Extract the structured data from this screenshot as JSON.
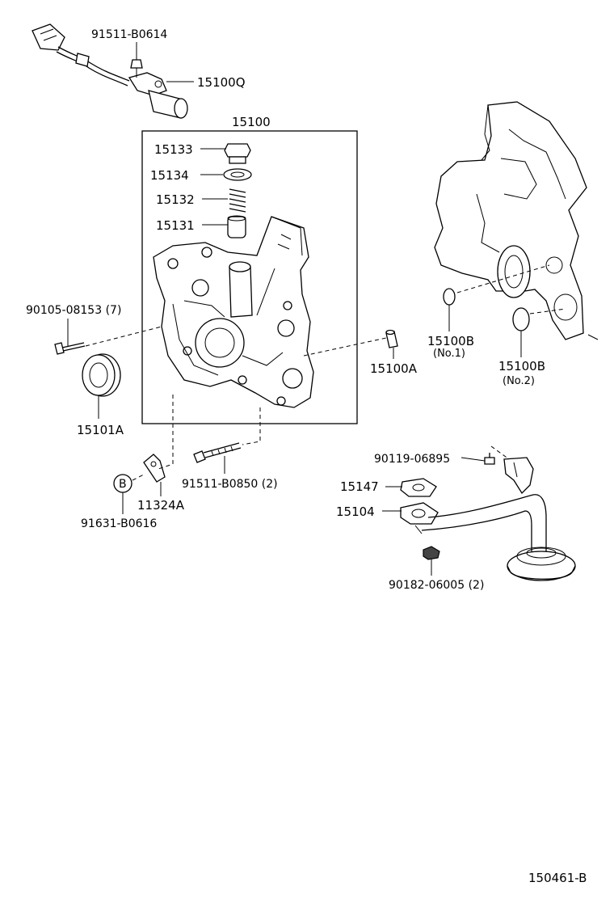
{
  "diagram_id": "150461-B",
  "callouts": {
    "c15100": "15100",
    "c91511_B0614": "91511-B0614",
    "c15100Q": "15100Q",
    "c15133": "15133",
    "c15134": "15134",
    "c15132": "15132",
    "c15131": "15131",
    "c90105": "90105-08153 (7)",
    "c15101A": "15101A",
    "c15100A": "15100A",
    "c15100B_1": "15100B",
    "c15100B_1_note": "(No.1)",
    "c15100B_2": "15100B",
    "c15100B_2_note": "(No.2)",
    "c91511_B0850": "91511-B0850 (2)",
    "c11324A": "11324A",
    "c91631": "91631-B0616",
    "circle_B": "B",
    "c90119": "90119-06895",
    "c15147": "15147",
    "c15104": "15104",
    "c90182": "90182-06005 (2)"
  }
}
